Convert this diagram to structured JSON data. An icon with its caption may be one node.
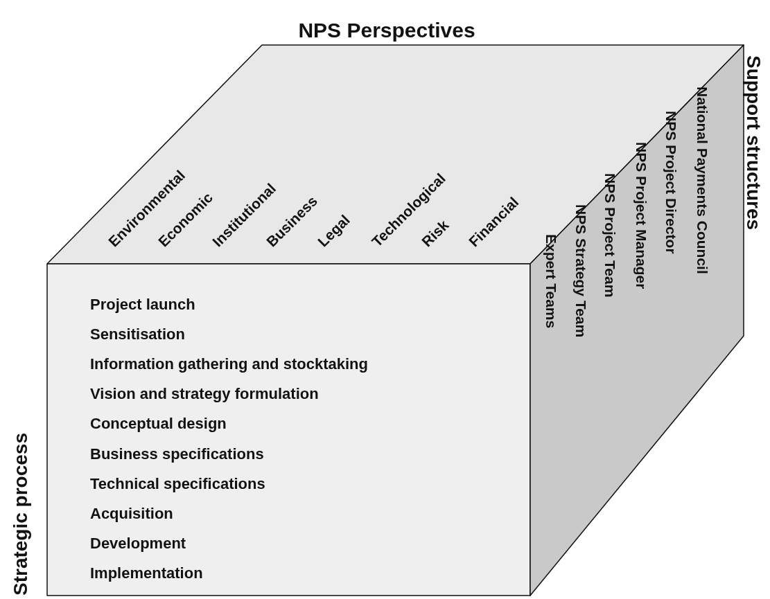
{
  "diagram": {
    "nodes": [
      {
        "text": [
          "NPS Perspectives",
          "Environmental",
          "Economic",
          "Institutional",
          "Business",
          "Legal",
          "Technological",
          "Risk",
          "Financial"
        ]
      },
      {
        "text": [
          "Strategic process",
          "Project launch",
          "Sensitisation",
          "Information gathering and stocktaking",
          "Vision and strategy formulation",
          "Conceptual design",
          "Business specifications",
          "Technical specifications",
          "Acquisition",
          "Development",
          "Implementation"
        ]
      },
      {
        "text": [
          "Support structures",
          "National Payments Council",
          "NPS Project Director",
          "NPS Project Manager",
          "NPS Project Team",
          "NPS Strategy Team",
          "Expert Teams"
        ]
      }
    ],
    "edges": []
  }
}
